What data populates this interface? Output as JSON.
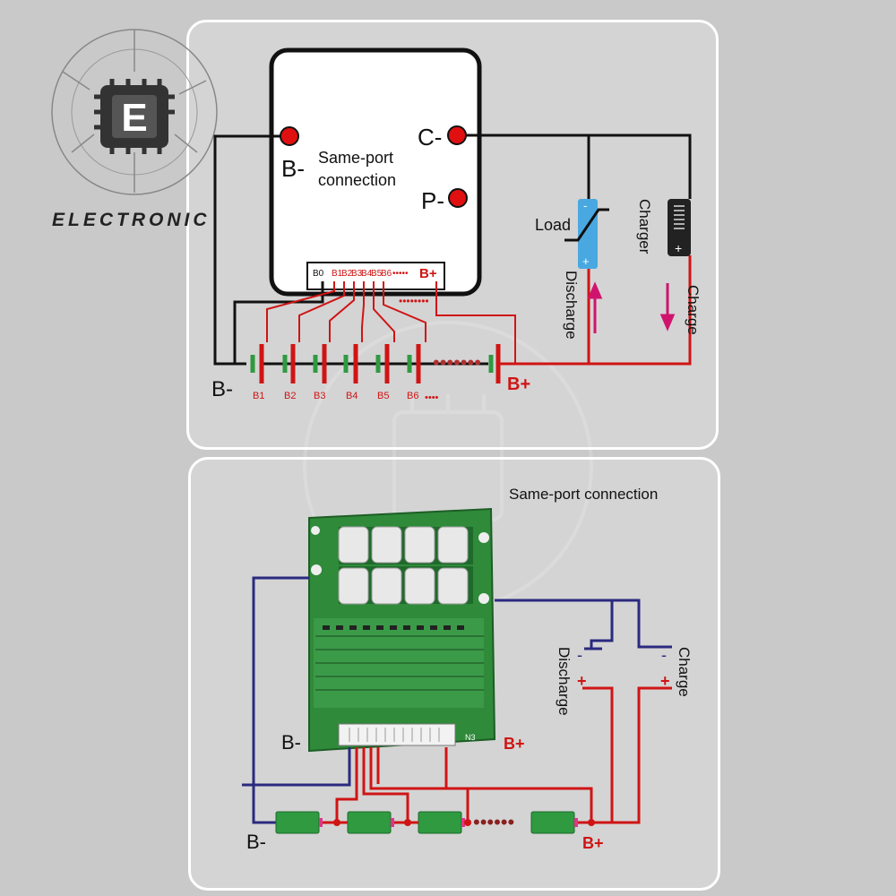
{
  "logo": {
    "letter": "E",
    "text": "ELECTRONIC"
  },
  "top": {
    "bminus_port": "B-",
    "c_port": "C-",
    "p_port": "P-",
    "same_port": [
      "Same-port",
      "connection"
    ],
    "header_labels": [
      "B0",
      "B1",
      "B2",
      "B3",
      "B4",
      "B5",
      "B6",
      "•••••",
      "B+"
    ],
    "cell_labels": [
      "B1",
      "B2",
      "B3",
      "B4",
      "B5",
      "B6",
      "••••"
    ],
    "bminus_bottom": "B-",
    "bplus_bottom": "B+",
    "load": "Load",
    "charger": "Charger",
    "discharge": "Discharge",
    "charge": "Charge",
    "plus": "+",
    "minus": "-"
  },
  "bottom": {
    "title": "Same-port connection",
    "bminus_board": "B-",
    "bplus_board": "B+",
    "connector_label": "N3",
    "bminus_bottom": "B-",
    "bplus_bottom": "B+",
    "discharge": "Discharge",
    "charge": "Charge",
    "plus": "+",
    "minus": "-"
  },
  "colors": {
    "wire_black": "#111111",
    "wire_red": "#d01414",
    "wire_blue": "#2a2a80",
    "arrow_magenta": "#d0146e",
    "board_green": "#2f8a3a",
    "cell_green": "#2f9a40"
  }
}
